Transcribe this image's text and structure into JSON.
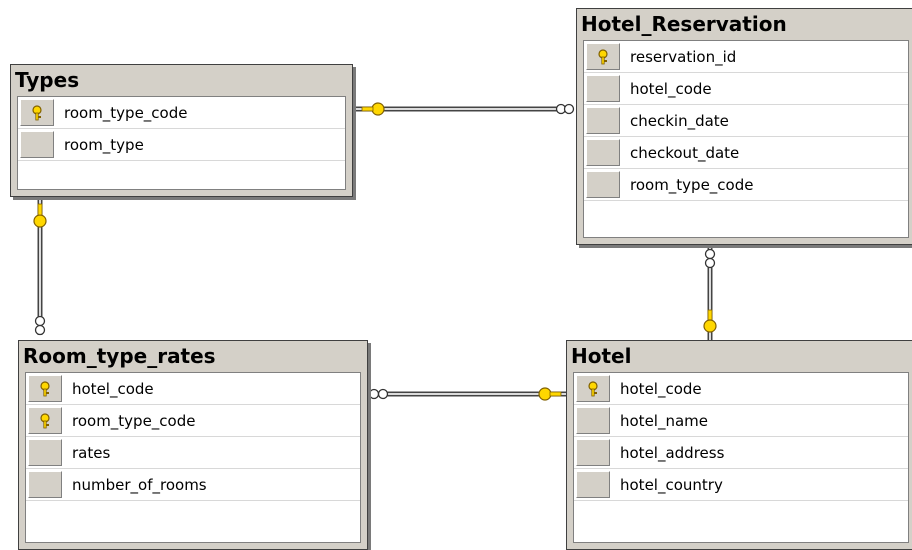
{
  "tables": {
    "types": {
      "name": "Types",
      "columns": [
        {
          "name": "room_type_code",
          "primary_key": true
        },
        {
          "name": "room_type",
          "primary_key": false
        }
      ]
    },
    "hotel_reservation": {
      "name": "Hotel_Reservation",
      "columns": [
        {
          "name": "reservation_id",
          "primary_key": true
        },
        {
          "name": "hotel_code",
          "primary_key": false
        },
        {
          "name": "checkin_date",
          "primary_key": false
        },
        {
          "name": "checkout_date",
          "primary_key": false
        },
        {
          "name": "room_type_code",
          "primary_key": false
        }
      ]
    },
    "room_type_rates": {
      "name": "Room_type_rates",
      "columns": [
        {
          "name": "hotel_code",
          "primary_key": true
        },
        {
          "name": "room_type_code",
          "primary_key": true
        },
        {
          "name": "rates",
          "primary_key": false
        },
        {
          "name": "number_of_rooms",
          "primary_key": false
        }
      ]
    },
    "hotel": {
      "name": "Hotel",
      "columns": [
        {
          "name": "hotel_code",
          "primary_key": true
        },
        {
          "name": "hotel_name",
          "primary_key": false
        },
        {
          "name": "hotel_address",
          "primary_key": false
        },
        {
          "name": "hotel_country",
          "primary_key": false
        }
      ]
    }
  },
  "relationships": [
    {
      "one": "Types",
      "many": "Hotel_Reservation"
    },
    {
      "one": "Types",
      "many": "Room_type_rates"
    },
    {
      "one": "Hotel",
      "many": "Hotel_Reservation"
    },
    {
      "one": "Hotel",
      "many": "Room_type_rates"
    }
  ],
  "colors": {
    "key_icon": "#ffd700",
    "table_frame": "#d4d0c8",
    "connector": "#555555"
  }
}
